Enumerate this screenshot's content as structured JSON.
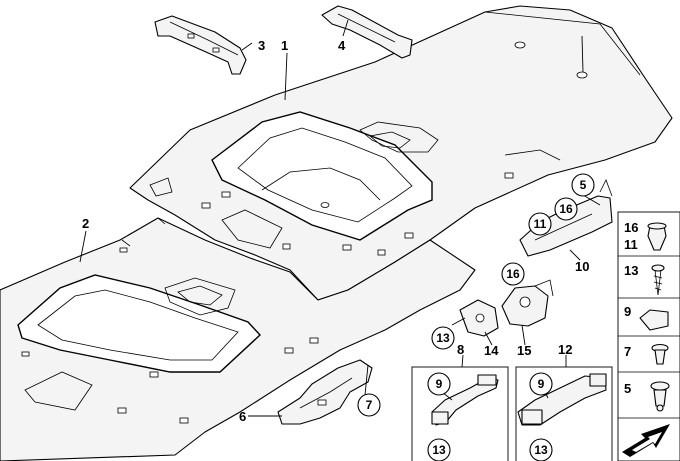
{
  "callouts": {
    "c1": "1",
    "c2": "2",
    "c3": "3",
    "c4": "4",
    "c5": "5",
    "c6": "6",
    "c7": "7",
    "c8": "8",
    "c9a": "9",
    "c9b": "9",
    "c10": "10",
    "c11": "11",
    "c12": "12",
    "c13a": "13",
    "c13b": "13",
    "c13c": "13",
    "c14": "14",
    "c15": "15",
    "c16a": "16",
    "c16b": "16"
  },
  "legend": {
    "r16": "16",
    "r11": "11",
    "r13": "13",
    "r9": "9",
    "r7": "7",
    "r5": "5"
  }
}
